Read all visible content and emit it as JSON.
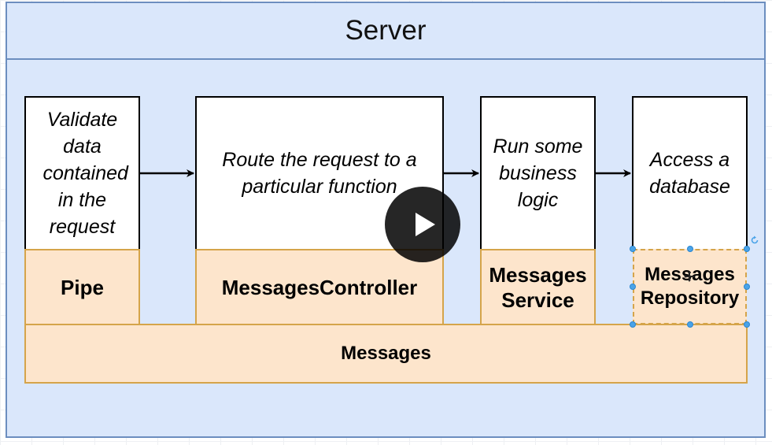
{
  "server": {
    "title": "Server"
  },
  "steps": [
    {
      "description": "Validate data contained in the request",
      "component": "Pipe"
    },
    {
      "description": "Route the request to a particular function",
      "component": "MessagesController"
    },
    {
      "description": "Run some business logic",
      "component": "Messages Service"
    },
    {
      "description": "Access a database",
      "component": "Messages Repository"
    }
  ],
  "module": {
    "label": "Messages"
  },
  "icons": {
    "arrow": "arrow-right-icon",
    "play": "play-icon",
    "rotate": "rotate-icon",
    "move": "move-cursor-icon"
  },
  "colors": {
    "container_fill": "#dae7fb",
    "container_border": "#6c8ebf",
    "component_fill": "#fde5cc",
    "component_border": "#d5a44a",
    "selection_handle": "#4aa3e8"
  }
}
